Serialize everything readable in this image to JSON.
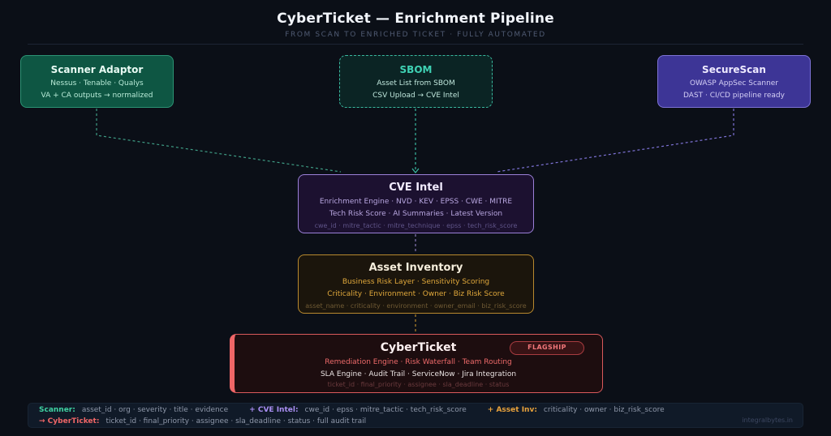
{
  "header": {
    "title": "CyberTicket — Enrichment Pipeline",
    "subtitle": "FROM SCAN TO ENRICHED TICKET · FULLY AUTOMATED"
  },
  "sources": {
    "scanner": {
      "title": "Scanner Adaptor",
      "line1": "Nessus · Tenable · Qualys",
      "line2": "VA + CA outputs → normalized"
    },
    "sbom": {
      "title": "SBOM",
      "line1": "Asset List from SBOM",
      "line2": "CSV Upload → CVE Intel"
    },
    "securescan": {
      "title": "SecureScan",
      "line1": "OWASP AppSec Scanner",
      "line2": "DAST · CI/CD pipeline ready"
    }
  },
  "cve_intel": {
    "title": "CVE Intel",
    "line1": "Enrichment Engine · NVD · KEV · EPSS · CWE · MITRE",
    "line2": "Tech Risk Score · AI Summaries · Latest Version",
    "fields": "cwe_id · mitre_tactic · mitre_technique · epss · tech_risk_score"
  },
  "asset_inventory": {
    "title": "Asset Inventory",
    "line1": "Business Risk Layer · Sensitivity Scoring",
    "line2": "Criticality · Environment · Owner · Biz Risk Score",
    "fields": "asset_name · criticality · environment · owner_email · biz_risk_score"
  },
  "cyberticket": {
    "title": "CyberTicket",
    "badge": "FLAGSHIP",
    "line1": "Remediation Engine · Risk Waterfall · Team Routing",
    "line2": "SLA Engine · Audit Trail · ServiceNow · Jira Integration",
    "fields": "ticket_id · final_priority · assignee · sla_deadline · status"
  },
  "legend": {
    "scanner_key": "Scanner:",
    "scanner_fields": "asset_id · org · severity · title · evidence",
    "cve_key": "+ CVE Intel:",
    "cve_fields": "cwe_id · epss · mitre_tactic · tech_risk_score",
    "asset_key": "+ Asset Inv:",
    "asset_fields": "criticality · owner · biz_risk_score",
    "cyber_key": "→ CyberTicket:",
    "cyber_fields": "ticket_id · final_priority · assignee · sla_deadline · status · full audit trail",
    "brand": "integralbytes.in"
  },
  "colors": {
    "scanner": "#0e5643",
    "sbom_accent": "#3fd2b4",
    "securescan": "#3d3596",
    "cve_intel": "#9b80d8",
    "asset_inventory": "#e0a83b",
    "cyberticket": "#ef6667",
    "background": "#0b0f17"
  }
}
